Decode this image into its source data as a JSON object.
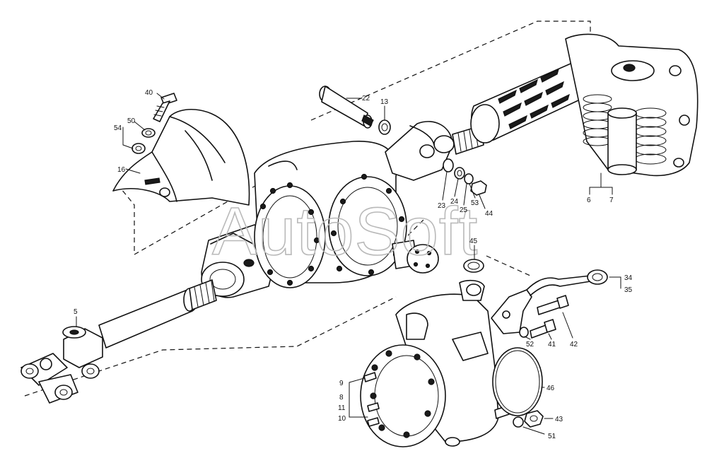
{
  "watermark": "AutoSoft",
  "callouts": {
    "c40": "40",
    "c50": "50",
    "c54": "54",
    "c16": "16",
    "c22": "22",
    "c13": "13",
    "c6": "6",
    "c7": "7",
    "c23": "23",
    "c24": "24",
    "c25": "25",
    "c53": "53",
    "c44": "44",
    "c45": "45",
    "c34": "34",
    "c35": "35",
    "c42": "42",
    "c41": "41",
    "c52": "52",
    "c5": "5",
    "c9": "9",
    "c8": "8",
    "c11": "11",
    "c10": "10",
    "c46": "46",
    "c43": "43",
    "c51": "51"
  }
}
